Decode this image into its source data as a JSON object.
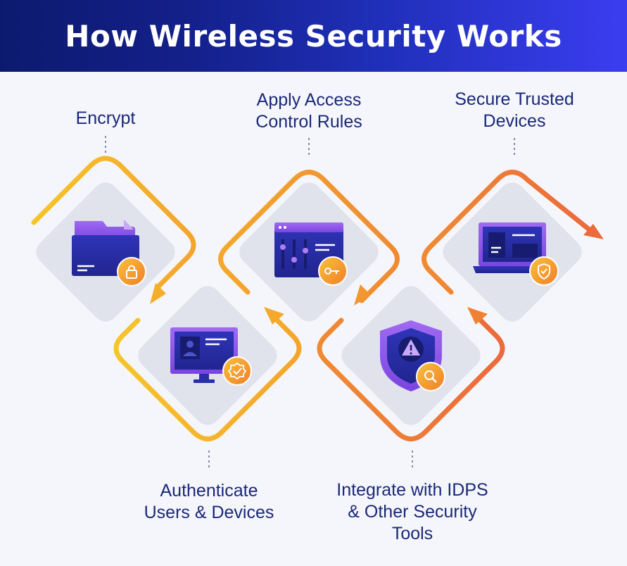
{
  "header": {
    "title": "How Wireless Security Works"
  },
  "steps": [
    {
      "label": "Encrypt",
      "icon": "folder-lock-icon"
    },
    {
      "label": "Authenticate Users & Devices",
      "icon": "monitor-user-badge-icon"
    },
    {
      "label": "Apply Access Control Rules",
      "icon": "browser-sliders-key-icon"
    },
    {
      "label": "Integrate with IDPS & Other Security Tools",
      "icon": "shield-alert-search-icon"
    },
    {
      "label": "Secure Trusted Devices",
      "icon": "laptop-shield-icon"
    }
  ],
  "labels": {
    "encrypt": "Encrypt",
    "access_line1": "Apply Access",
    "access_line2": "Control Rules",
    "trusted_line1": "Secure Trusted",
    "trusted_line2": "Devices",
    "auth_line1": "Authenticate",
    "auth_line2": "Users & Devices",
    "idps_line1": "Integrate with IDPS",
    "idps_line2": "& Other Security",
    "idps_line3": "Tools"
  },
  "colors": {
    "header_start": "#0c1a6e",
    "header_end": "#3b3df0",
    "path_yellow": "#f5b82a",
    "path_orange": "#f07a3a",
    "icon_purple": "#8b55e6",
    "icon_navy": "#2a2fa8",
    "badge_orange": "#f39a2b",
    "label_navy": "#1a2878"
  }
}
